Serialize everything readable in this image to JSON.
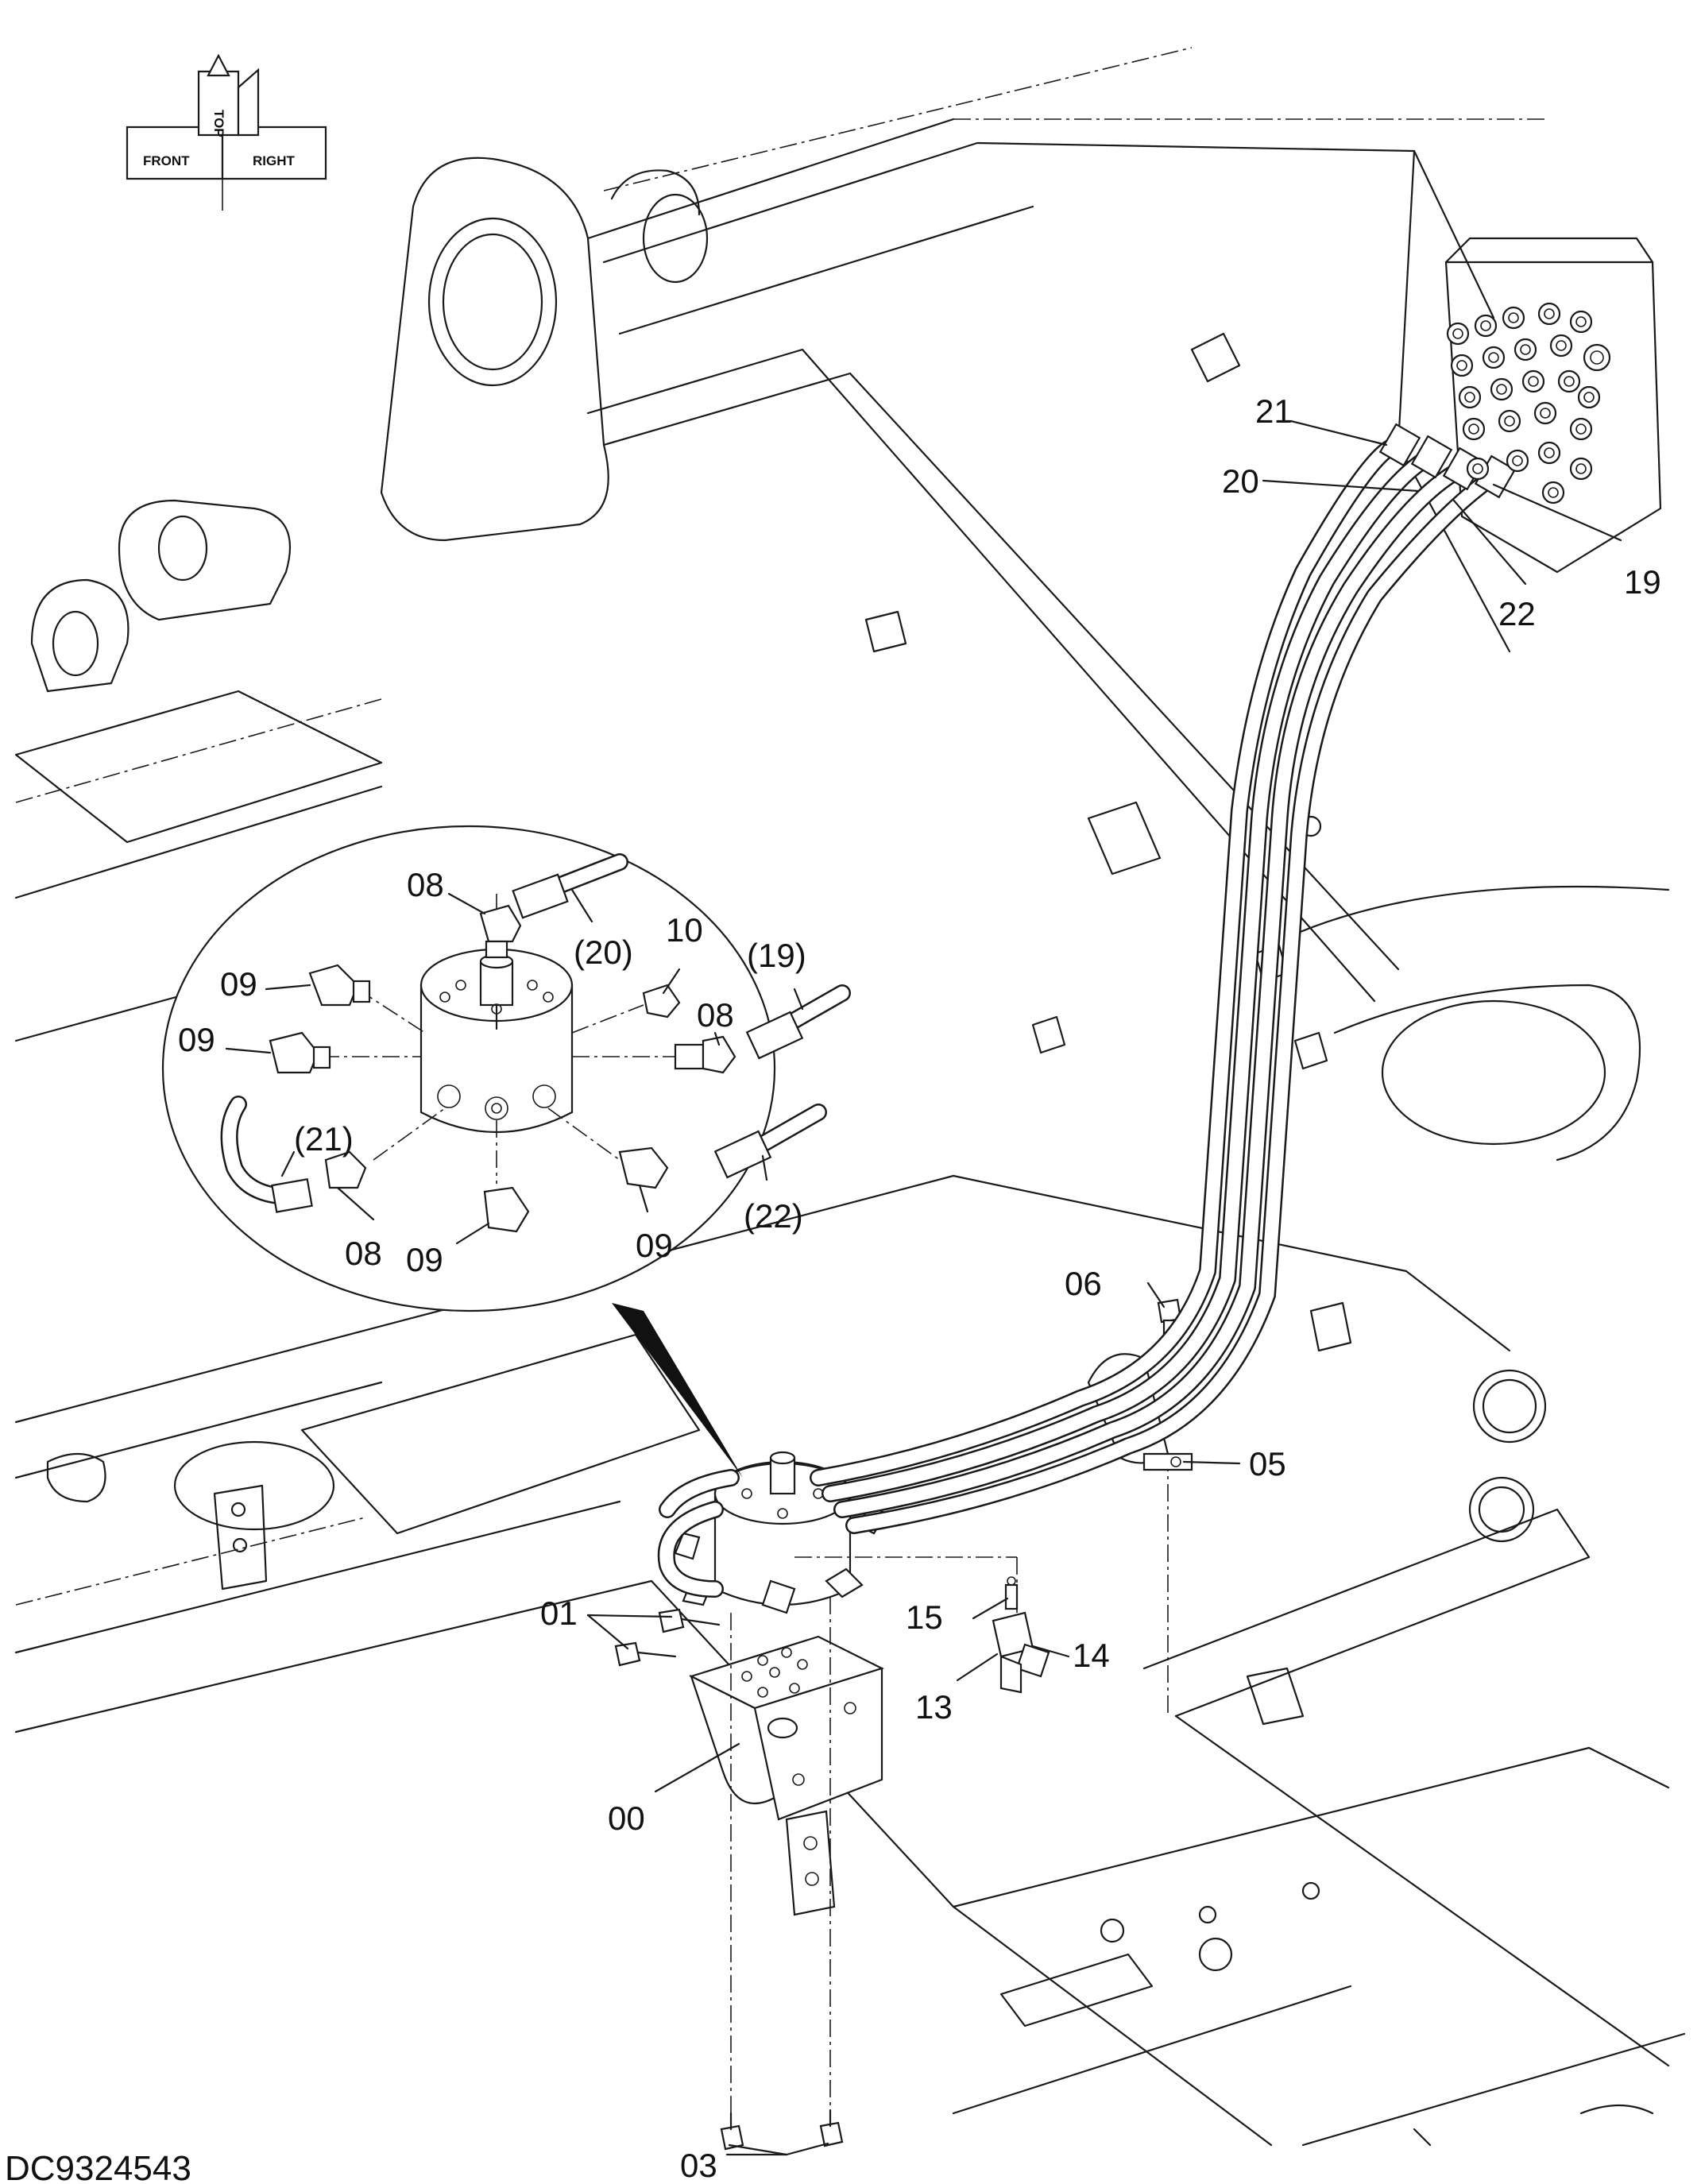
{
  "drawing_code": "DC9324543",
  "orientation": {
    "top": "TOP",
    "front": "FRONT",
    "right": "RIGHT"
  },
  "callouts": {
    "c00": "00",
    "c01": "01",
    "c03": "03",
    "c05": "05",
    "c06": "06",
    "c13": "13",
    "c14": "14",
    "c15": "15",
    "c19": "19",
    "c20": "20",
    "c21": "21",
    "c22": "22"
  },
  "detail_callouts": {
    "d08a": "08",
    "d08b": "08",
    "d08c": "08",
    "d09a": "09",
    "d09b": "09",
    "d09c": "09",
    "d09d": "09",
    "d10": "10",
    "d19": "(19)",
    "d20": "(20)",
    "d21": "(21)",
    "d22": "(22)"
  }
}
